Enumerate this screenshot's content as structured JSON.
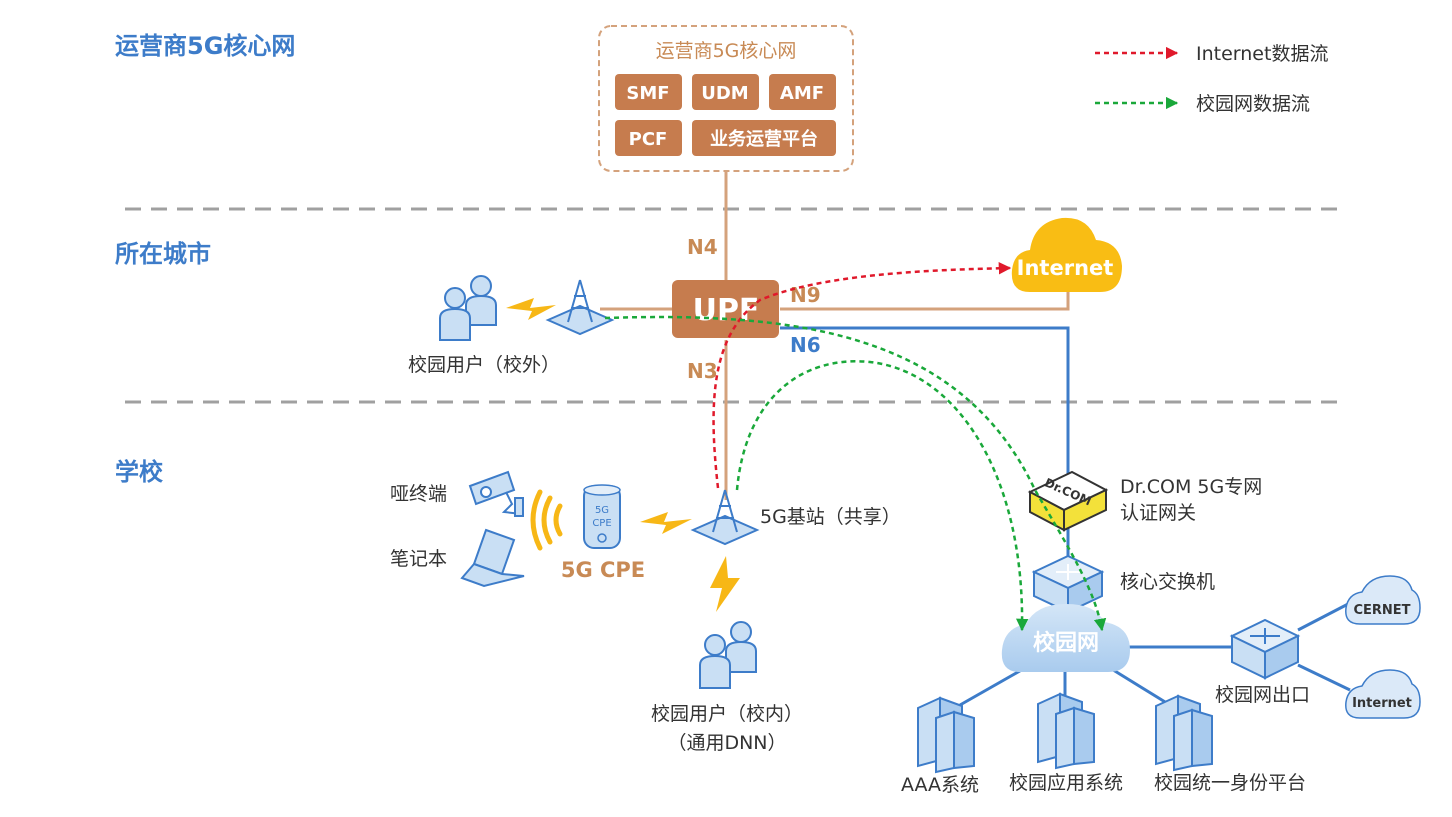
{
  "zones": {
    "operator": "运营商5G核心网",
    "city": "所在城市",
    "school": "学校"
  },
  "legend": {
    "internet_flow": "Internet数据流",
    "campus_flow": "校园网数据流"
  },
  "core": {
    "title": "运营商5G核心网",
    "functions": [
      "SMF",
      "UDM",
      "AMF",
      "PCF",
      "业务运营平台"
    ]
  },
  "upf": "UPF",
  "interfaces": {
    "n4": "N4",
    "n9": "N9",
    "n6": "N6",
    "n3": "N3"
  },
  "internet_cloud": "Internet",
  "offcampus_user": "校园用户（校外）",
  "dumb_terminal": "哑终端",
  "laptop": "笔记本",
  "cpe": {
    "device_line1": "5G",
    "device_line2": "CPE",
    "label": "5G CPE"
  },
  "base_station": "5G基站（共享）",
  "oncampus_user": {
    "line1": "校园用户（校内）",
    "line2": "（通用DNN）"
  },
  "auth_gateway": {
    "line1": "Dr.COM 5G专网",
    "line2": "认证网关",
    "device_text": "Dr.COM"
  },
  "core_switch": "核心交换机",
  "campus_network": "校园网",
  "campus_exit": "校园网出口",
  "cernet": "CERNET",
  "exit_internet": "Internet",
  "servers": {
    "aaa": "AAA系统",
    "apps": "校园应用系统",
    "identity": "校园统一身份平台"
  },
  "colors": {
    "zone_title": "#3d7cc9",
    "nf_fill": "#c67c4e",
    "orange_line": "#d4a27c",
    "blue_line": "#3d7cc9",
    "internet_arrow": "#e0192b",
    "campus_arrow": "#1aa83a",
    "cloud_yellow": "#f9bd14",
    "bolt": "#f7b716"
  }
}
